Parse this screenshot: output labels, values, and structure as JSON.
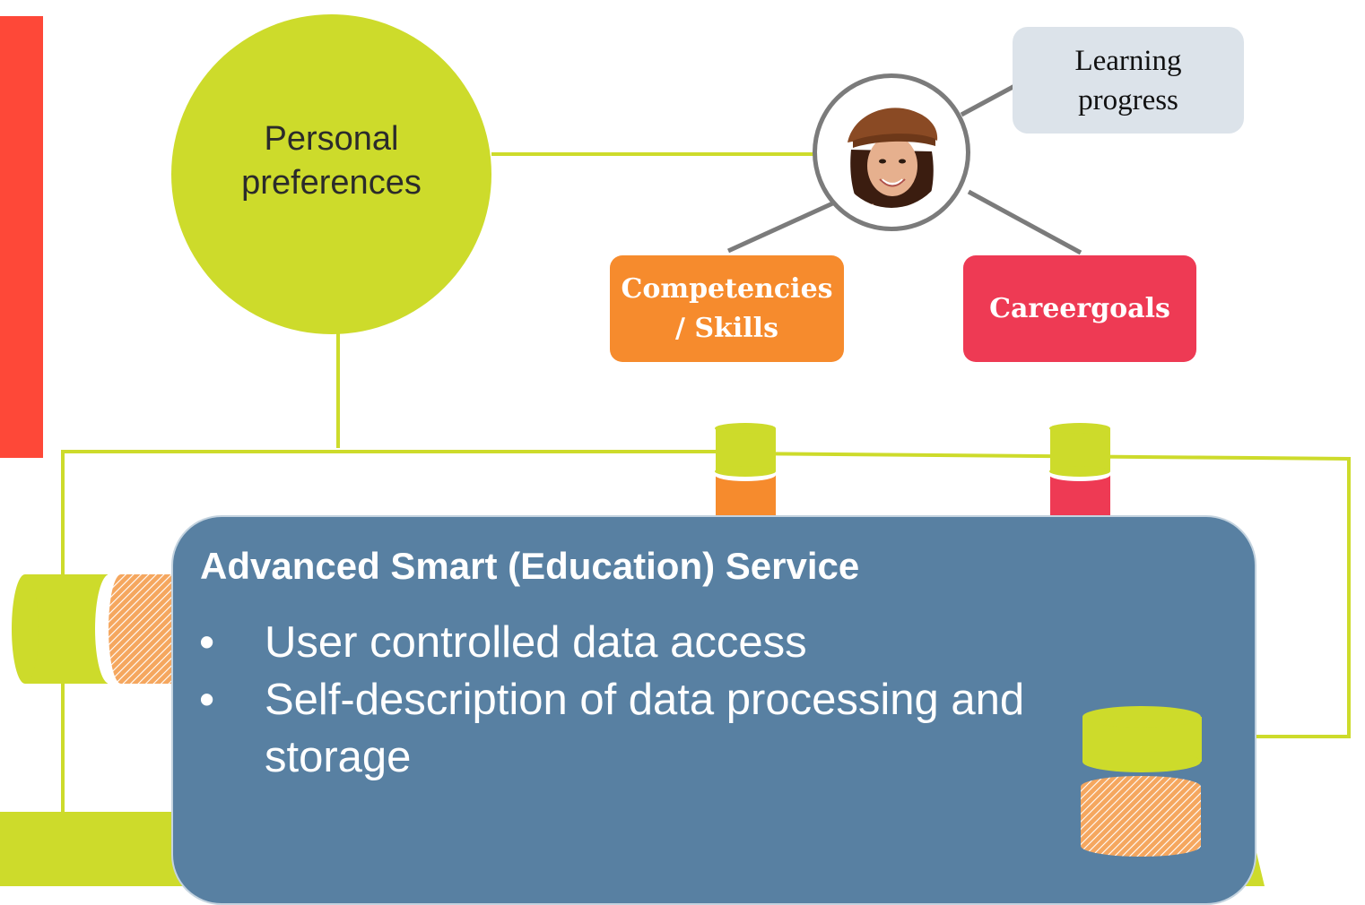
{
  "nodes": {
    "personal_preferences": "Personal preferences",
    "learning_progress": "Learning progress",
    "competencies_skills": "Competencies / Skills",
    "careergoals": "Careergoals"
  },
  "service": {
    "title": "Advanced Smart (Education) Service",
    "bullet": "•",
    "items": [
      "User controlled data access",
      "Self-description of data processing and storage"
    ]
  },
  "colors": {
    "lime": "#CDDB2B",
    "red": "#FE4838",
    "orange": "#F68B2D",
    "crimson": "#EE3A54",
    "panel_blue": "#5880A2",
    "light_box": "#DCE3EA",
    "connector_gray": "#7b7b7b"
  },
  "icons": {
    "avatar": "person-avatar-photo",
    "storage": "database-cylinder-icon"
  }
}
